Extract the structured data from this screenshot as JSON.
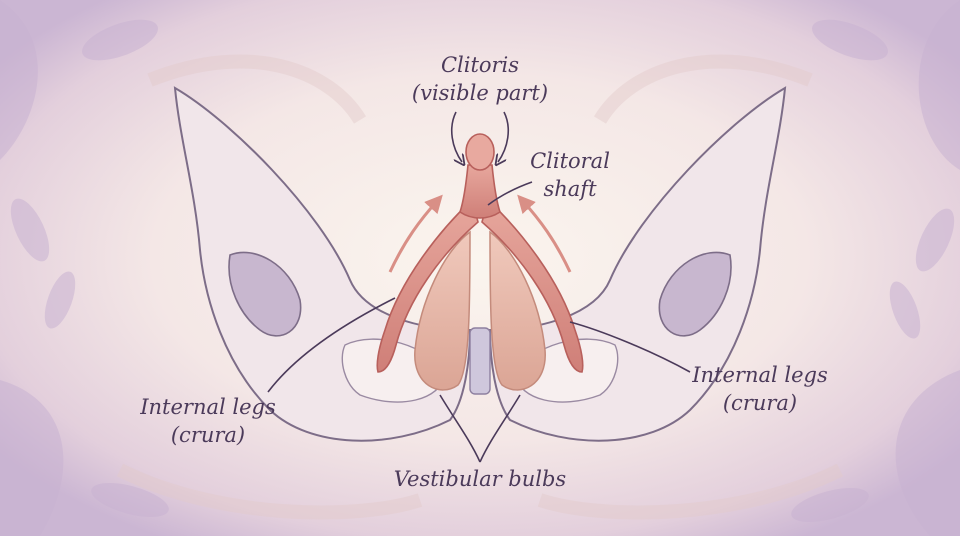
{
  "illustration": {
    "labels": {
      "glans_line1": "Clitoris",
      "glans_line2": "(visible part)",
      "shaft_line1": "Clitoral",
      "shaft_line2": "shaft",
      "left_legs_line1": "Internal legs",
      "left_legs_line2": "(crura)",
      "right_legs_line1": "Internal legs",
      "right_legs_line2": "(crura)",
      "bulbs": "Vestibular bulbs"
    },
    "colors": {
      "background": "#f6ecea",
      "bone": "#efe4e8",
      "bone_outline": "#7d6d88",
      "tissue": "#d98f86",
      "tissue_dark": "#b8605c",
      "bulb": "#e6b7a8",
      "ink": "#4b3a5a",
      "border_wash": "#cbb6d3"
    }
  }
}
